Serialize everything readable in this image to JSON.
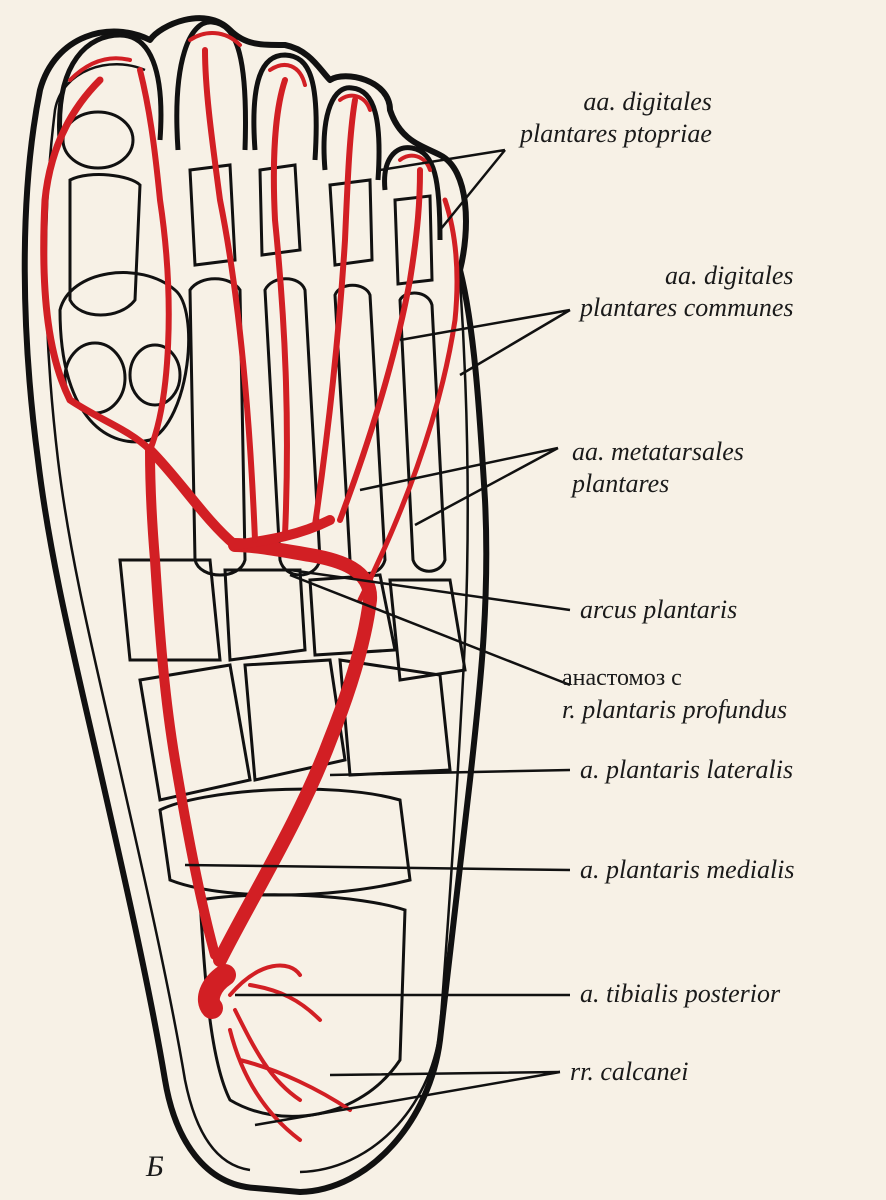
{
  "figure": {
    "panel_letter": "Б",
    "colors": {
      "artery": "#d21f24",
      "outline": "#111111",
      "background": "#f7f1e6"
    },
    "labels": {
      "digitales_propriae": {
        "line1": "aa. digitales",
        "line2": "plantares ptopriae"
      },
      "digitales_communes": {
        "line1": "aa. digitales",
        "line2": "plantares communes"
      },
      "metatarsales": {
        "line1": "aa. metatarsales",
        "line2": "plantares"
      },
      "arcus": "arcus plantaris",
      "anastomosis": {
        "line1": "анастомоз с",
        "line2": "r. plantaris profundus"
      },
      "lateralis": "a. plantaris lateralis",
      "medialis": "a. plantaris medialis",
      "tibialis": "a. tibialis posterior",
      "calcanei": "rr. calcanei"
    }
  }
}
